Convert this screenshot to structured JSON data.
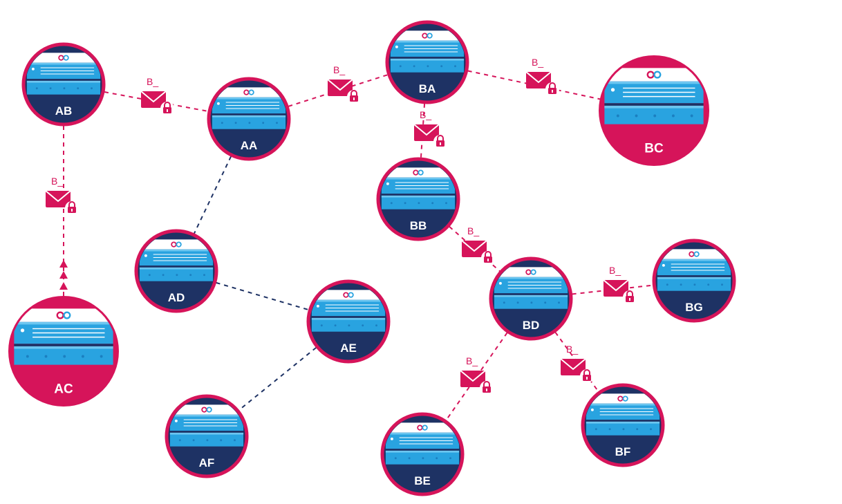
{
  "colors": {
    "pink": "#d6145a",
    "navy": "#1e3264",
    "blue": "#29a3e0",
    "blue_dark": "#1b7fc0",
    "blue_light": "#6cc6f0",
    "white": "#ffffff"
  },
  "nodes": [
    {
      "id": "AB",
      "label": "AB",
      "style": "navy"
    },
    {
      "id": "AA",
      "label": "AA",
      "style": "navy"
    },
    {
      "id": "BA",
      "label": "BA",
      "style": "navy"
    },
    {
      "id": "BC",
      "label": "BC",
      "style": "pink"
    },
    {
      "id": "BB",
      "label": "BB",
      "style": "navy"
    },
    {
      "id": "AD",
      "label": "AD",
      "style": "navy"
    },
    {
      "id": "AE",
      "label": "AE",
      "style": "navy"
    },
    {
      "id": "AC",
      "label": "AC",
      "style": "pink"
    },
    {
      "id": "AF",
      "label": "AF",
      "style": "navy"
    },
    {
      "id": "BD",
      "label": "BD",
      "style": "navy"
    },
    {
      "id": "BG",
      "label": "BG",
      "style": "navy"
    },
    {
      "id": "BE",
      "label": "BE",
      "style": "navy"
    },
    {
      "id": "BF",
      "label": "BF",
      "style": "navy"
    }
  ],
  "links": [
    {
      "from": "AB",
      "to": "AA",
      "kind": "secure",
      "message_label": "B_"
    },
    {
      "from": "AA",
      "to": "BA",
      "kind": "secure",
      "message_label": "B_"
    },
    {
      "from": "BA",
      "to": "BC",
      "kind": "secure",
      "message_label": "B_"
    },
    {
      "from": "BA",
      "to": "BB",
      "kind": "secure",
      "message_label": "B_"
    },
    {
      "from": "BB",
      "to": "BD",
      "kind": "secure",
      "message_label": "B_"
    },
    {
      "from": "BD",
      "to": "BG",
      "kind": "secure",
      "message_label": "B_"
    },
    {
      "from": "BD",
      "to": "BE",
      "kind": "secure",
      "message_label": "B_"
    },
    {
      "from": "BD",
      "to": "BF",
      "kind": "secure",
      "message_label": "B_"
    },
    {
      "from": "AB",
      "to": "AC",
      "kind": "secure",
      "message_label": "B_"
    },
    {
      "from": "AA",
      "to": "AD",
      "kind": "plain"
    },
    {
      "from": "AD",
      "to": "AE",
      "kind": "plain"
    },
    {
      "from": "AE",
      "to": "AF",
      "kind": "plain"
    }
  ],
  "icons": {
    "server": "server-icon",
    "envelope": "envelope-icon",
    "lock": "lock-icon",
    "logo": "infinity-logo-icon",
    "triangle": "triangle-marker-icon"
  }
}
